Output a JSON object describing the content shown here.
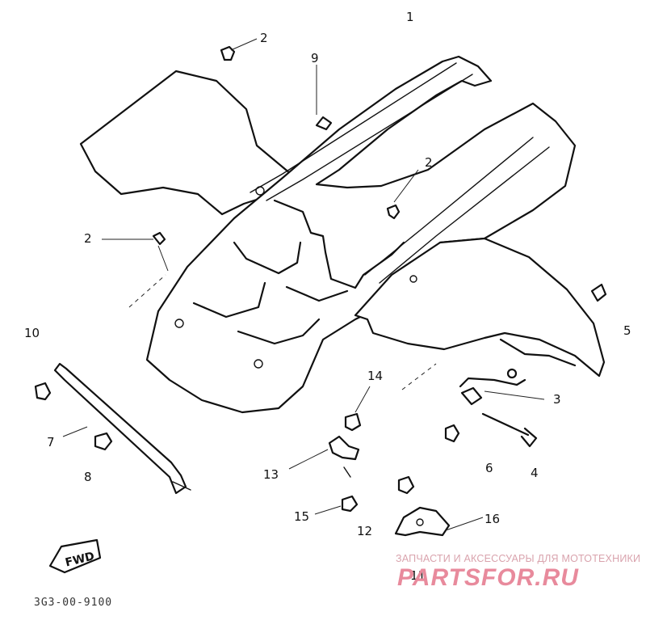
{
  "diagram": {
    "fwd_label": "FWD",
    "reference_code": "3G3-00-9100",
    "callouts": [
      {
        "id": "c1a",
        "label": "1"
      },
      {
        "id": "c2a",
        "label": "2"
      },
      {
        "id": "c9",
        "label": "9"
      },
      {
        "id": "c2b",
        "label": "2"
      },
      {
        "id": "c2c",
        "label": "2"
      },
      {
        "id": "c10",
        "label": "10"
      },
      {
        "id": "c5",
        "label": "5"
      },
      {
        "id": "c14",
        "label": "14"
      },
      {
        "id": "c3",
        "label": "3"
      },
      {
        "id": "c7",
        "label": "7"
      },
      {
        "id": "c8",
        "label": "8"
      },
      {
        "id": "c13",
        "label": "13"
      },
      {
        "id": "c6",
        "label": "6"
      },
      {
        "id": "c4",
        "label": "4"
      },
      {
        "id": "c16",
        "label": "16"
      },
      {
        "id": "c15",
        "label": "15"
      },
      {
        "id": "c12",
        "label": "12"
      },
      {
        "id": "c11",
        "label": "11"
      }
    ]
  },
  "watermark": {
    "tagline": "ЗАПЧАСТИ И АКСЕССУАРЫ ДЛЯ МОТОТЕХНИКИ",
    "brand": "PARTSFOR.RU",
    "color": "#e88a9c"
  }
}
